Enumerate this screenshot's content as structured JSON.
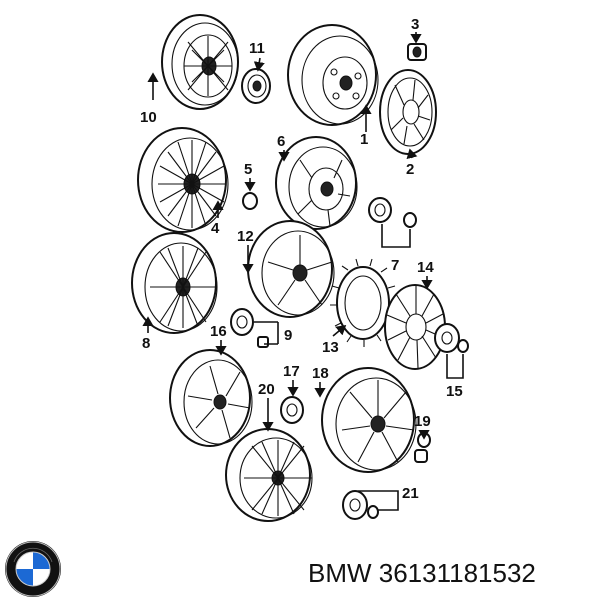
{
  "callouts": [
    {
      "id": "c1",
      "text": "1"
    },
    {
      "id": "c2",
      "text": "2"
    },
    {
      "id": "c3",
      "text": "3"
    },
    {
      "id": "c4",
      "text": "4"
    },
    {
      "id": "c5",
      "text": "5"
    },
    {
      "id": "c6",
      "text": "6"
    },
    {
      "id": "c7",
      "text": "7"
    },
    {
      "id": "c8",
      "text": "8"
    },
    {
      "id": "c9",
      "text": "9"
    },
    {
      "id": "c10",
      "text": "10"
    },
    {
      "id": "c11",
      "text": "11"
    },
    {
      "id": "c12",
      "text": "12"
    },
    {
      "id": "c13",
      "text": "13"
    },
    {
      "id": "c14",
      "text": "14"
    },
    {
      "id": "c15",
      "text": "15"
    },
    {
      "id": "c16",
      "text": "16"
    },
    {
      "id": "c17",
      "text": "17"
    },
    {
      "id": "c18",
      "text": "18"
    },
    {
      "id": "c19",
      "text": "19"
    },
    {
      "id": "c20",
      "text": "20"
    },
    {
      "id": "c21",
      "text": "21"
    }
  ],
  "footer": {
    "part_number": "BMW 36131181532",
    "logo_icon": "bmw-roundel-icon",
    "logo_colors": {
      "blue": "#1c69d4",
      "white": "#ffffff",
      "ring": "#111111"
    }
  }
}
